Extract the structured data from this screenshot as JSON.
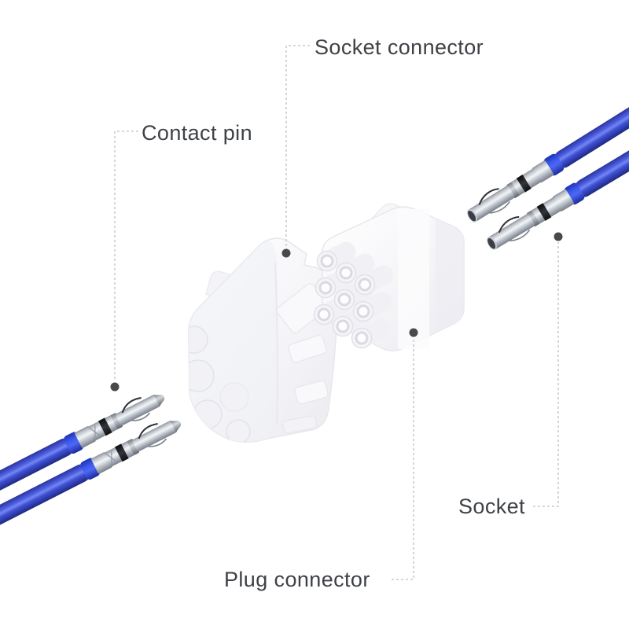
{
  "figure": {
    "type": "product-callout-diagram",
    "background": "#ffffff",
    "callouts": {
      "socket_connector": {
        "label": "Socket connector"
      },
      "contact_pin": {
        "label": "Contact pin"
      },
      "socket": {
        "label": "Socket"
      },
      "plug_connector": {
        "label": "Plug connector"
      }
    },
    "colors": {
      "label_text": "#3e4146",
      "leader_line": "#bfbfc3",
      "leader_dot": "#48494d",
      "wire_blue": "#3f51d6",
      "wire_highlight": "#7487f2",
      "band_blue": "#3f5bf0",
      "terminal_silver": "#c9ced5",
      "crimp_dark": "#1b1c20",
      "housing_white": "#f6f6f9",
      "housing_shade": "#ebebf0"
    }
  }
}
